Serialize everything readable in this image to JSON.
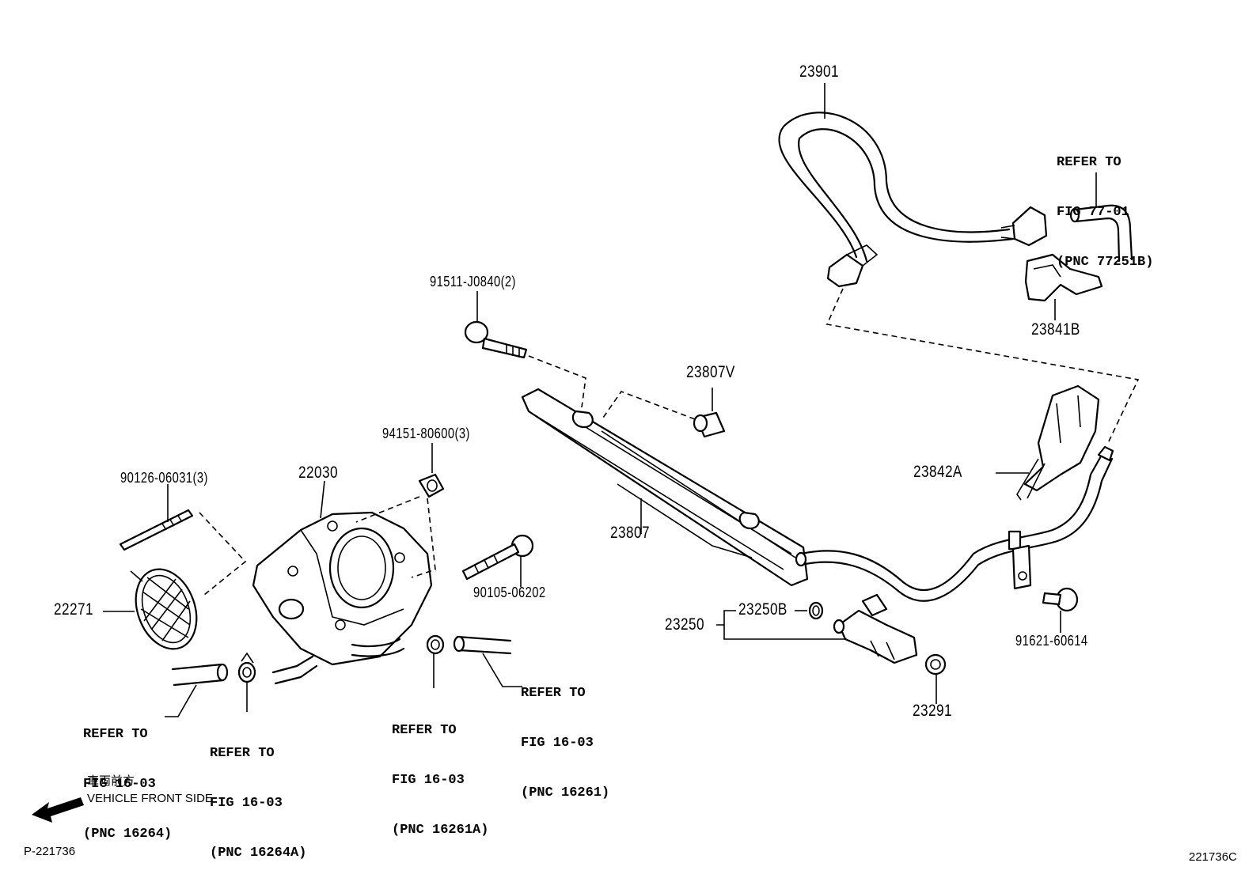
{
  "parts": [
    {
      "id": "p23901",
      "label": "23901"
    },
    {
      "id": "p23841b",
      "label": "23841B"
    },
    {
      "id": "p91511",
      "label": "91511-J0840(2)"
    },
    {
      "id": "p23807v",
      "label": "23807V"
    },
    {
      "id": "p94151",
      "label": "94151-80600(3)"
    },
    {
      "id": "p90126",
      "label": "90126-06031(3)"
    },
    {
      "id": "p22030",
      "label": "22030"
    },
    {
      "id": "p23842a",
      "label": "23842A"
    },
    {
      "id": "p23807",
      "label": "23807"
    },
    {
      "id": "p22271",
      "label": "22271"
    },
    {
      "id": "p90105",
      "label": "90105-06202"
    },
    {
      "id": "p23250b",
      "label": "23250B"
    },
    {
      "id": "p23250",
      "label": "23250"
    },
    {
      "id": "p91621",
      "label": "91621-60614"
    },
    {
      "id": "p23291",
      "label": "23291"
    }
  ],
  "references": [
    {
      "id": "ref77",
      "lines": [
        "REFER TO",
        "FIG 77-01",
        "(PNC 77251B)"
      ]
    },
    {
      "id": "ref16261",
      "lines": [
        "REFER TO",
        "FIG 16-03",
        "(PNC 16261)"
      ]
    },
    {
      "id": "ref16261a",
      "lines": [
        "REFER TO",
        "FIG 16-03",
        "(PNC 16261A)"
      ]
    },
    {
      "id": "ref16264",
      "lines": [
        "REFER TO",
        "FIG 16-03",
        "(PNC 16264)"
      ]
    },
    {
      "id": "ref16264a",
      "lines": [
        "REFER TO",
        "FIG 16-03",
        "(PNC 16264A)"
      ]
    }
  ],
  "orientation": {
    "japanese": "車両前方",
    "english": "VEHICLE FRONT SIDE"
  },
  "footer": {
    "left_code": "P-221736",
    "right_code": "221736C"
  }
}
